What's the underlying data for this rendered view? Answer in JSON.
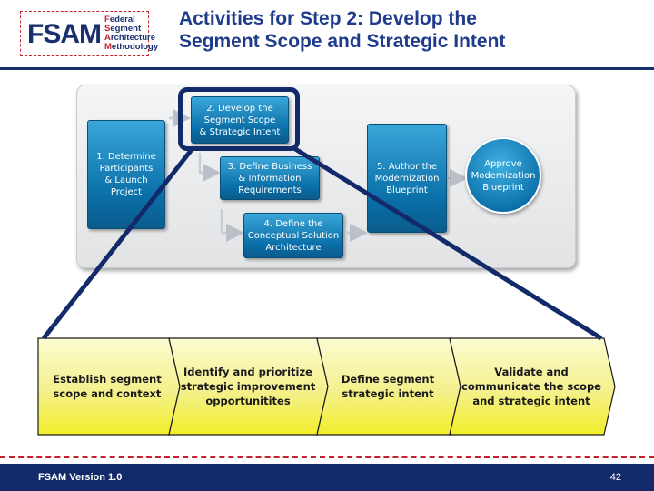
{
  "logo": {
    "mark": "FSAM",
    "lines": [
      "Federal",
      "Segment",
      "Architecture",
      "Methodology"
    ]
  },
  "slide": {
    "title_line1": "Activities for Step 2: Develop the",
    "title_line2": "Segment Scope and Strategic Intent"
  },
  "process": {
    "step1": "1. Determine\nParticipants\n& Launch\nProject",
    "step2": "2. Develop the\nSegment Scope\n& Strategic Intent",
    "step3": "3. Define Business\n& Information\nRequirements",
    "step4": "4. Define the\nConceptual Solution\nArchitecture",
    "step5": "5. Author the\nModernization\nBlueprint",
    "approve": "Approve\nModernization\nBlueprint"
  },
  "activities": [
    "Establish segment\nscope and context",
    "Identify and prioritize\nstrategic improvement\nopportunitites",
    "Define segment\nstrategic intent",
    "Validate and\ncommunicate the scope\nand strategic intent"
  ],
  "colors": {
    "navy": "#132a6a",
    "accent_red": "#c4212f",
    "step_blue": "#0a6fa8",
    "chevron_yellow": "#f7f23a"
  },
  "footer": {
    "version": "FSAM Version 1.0",
    "page_number": "42"
  }
}
